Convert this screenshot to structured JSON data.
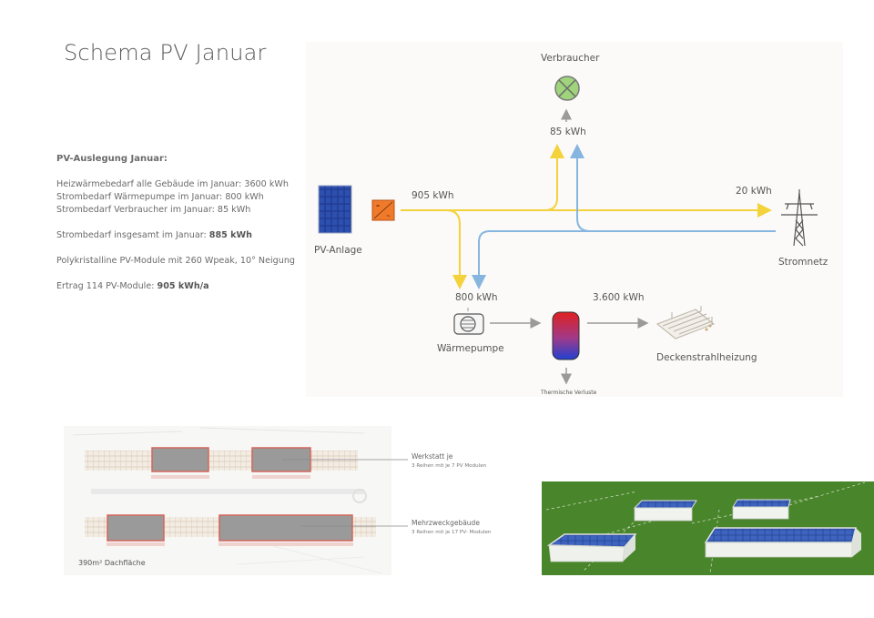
{
  "title": "Schema PV Januar",
  "info": {
    "heading": "PV-Auslegung Januar:",
    "line1": "Heizwärmebedarf alle Gebäude im Januar: 3600 kWh",
    "line2": "Strombedarf Wärmepumpe im Januar: 800 kWh",
    "line3": "Strombedarf Verbraucher im Januar: 85 kWh",
    "total_prefix": "Strombedarf insgesamt im Januar: ",
    "total_value": "885 kWh",
    "modules": "Polykristalline PV-Module mit 260 Wpeak, 10° Neigung",
    "yield_prefix": "Ertrag 114 PV-Module: ",
    "yield_value": "905 kWh/a"
  },
  "schema": {
    "pv_label": "PV-Anlage",
    "consumer_label": "Verbraucher",
    "consumer_kwh": "85 kWh",
    "pv_kwh": "905 kWh",
    "grid_kwh": "20 kWh",
    "grid_label": "Stromnetz",
    "heatpump_kwh": "800 kWh",
    "heatpump_label": "Wärmepumpe",
    "storage_kwh": "3.600 kWh",
    "ceiling_label": "Deckenstrahlheizung",
    "losses_label": "Thermische Verluste"
  },
  "plan": {
    "workshop_title": "Werkstatt je",
    "workshop_sub": "3 Reihen mit je 7 PV Modulen",
    "multi_title": "Mehrzweckgebäude",
    "multi_sub": "3 Reihen mit je 17 PV- Modulen",
    "roof_area": "390m² Dachfläche"
  },
  "colors": {
    "yellow": "#f3d23c",
    "blue": "#86b6e0",
    "gray": "#9a9a9a",
    "inverter": "#f07a2a",
    "grass": "#4f8a2e"
  }
}
